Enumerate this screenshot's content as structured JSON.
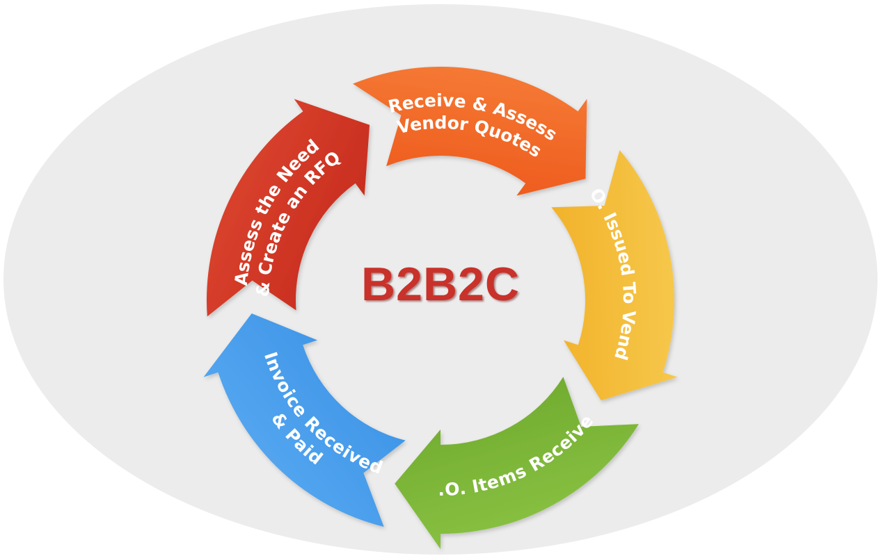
{
  "center": {
    "title": "B2B2C",
    "color": "#c8312a"
  },
  "background": {
    "ellipse_color": "#ececec"
  },
  "cycle": [
    {
      "id": "assess",
      "lines": [
        "Assess the Need",
        "& Create an RFQ"
      ],
      "color": "#c62a1c",
      "color_light": "#dc4630"
    },
    {
      "id": "receive",
      "lines": [
        "Receive & Assess",
        "Vendor Quotes"
      ],
      "color": "#ee5a1c",
      "color_light": "#f57a35"
    },
    {
      "id": "issued",
      "lines": [
        "P.O. Issued To Vendor"
      ],
      "color": "#f2b22a",
      "color_light": "#f6c84c"
    },
    {
      "id": "items",
      "lines": [
        "P.O.  Items Received"
      ],
      "color": "#6faa2e",
      "color_light": "#8cc444"
    },
    {
      "id": "invoice",
      "lines": [
        "Invoice Received",
        "& Paid"
      ],
      "color": "#3b93e6",
      "color_light": "#5aaaf2"
    }
  ]
}
